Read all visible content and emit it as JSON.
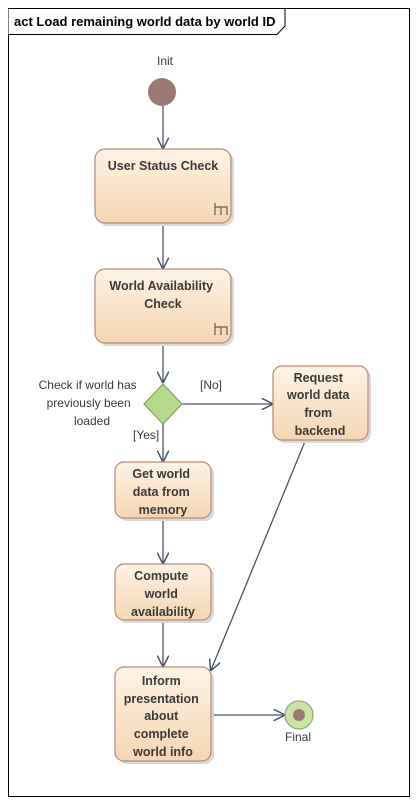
{
  "frame": {
    "title": "act Load remaining world data by world ID"
  },
  "nodes": {
    "init": {
      "label": "Init"
    },
    "user_status": {
      "lines": [
        "User Status Check"
      ]
    },
    "world_avail": {
      "lines": [
        "World Availability",
        "Check"
      ]
    },
    "decision": {
      "lines": [
        "Check if world has",
        "previously been",
        "loaded"
      ]
    },
    "request_backend": {
      "lines": [
        "Request",
        "world data",
        "from",
        "backend"
      ]
    },
    "get_memory": {
      "lines": [
        "Get world",
        "data from",
        "memory"
      ]
    },
    "compute_avail": {
      "lines": [
        "Compute",
        "world",
        "availability"
      ]
    },
    "inform": {
      "lines": [
        "Inform",
        "presentation",
        "about",
        "complete",
        "world info"
      ]
    },
    "final": {
      "label": "Final"
    }
  },
  "guards": {
    "no": "[No]",
    "yes": "[Yes]"
  },
  "colors": {
    "activity_fill_top": "#fdf3e6",
    "activity_fill_bottom": "#f6d7b4",
    "activity_border": "#b48a7a",
    "decision_fill": "#b5d98a",
    "decision_border": "#7fa65a",
    "initial_node": "#9b7a76",
    "final_outer": "#c9e4a6",
    "edge": "#4a5668"
  }
}
